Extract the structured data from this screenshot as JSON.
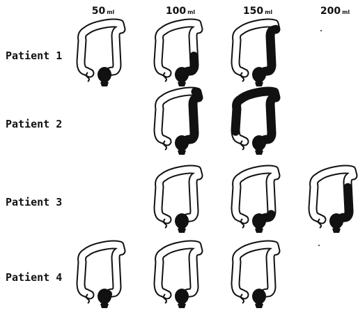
{
  "volume_unit": "ml",
  "volumes": [
    "50",
    "100",
    "150",
    "200"
  ],
  "patients": [
    {
      "label": "Patient 1",
      "panels": [
        {
          "volume_index": 0,
          "fill_fraction": 0.0
        },
        {
          "volume_index": 1,
          "fill_fraction": 0.2
        },
        {
          "volume_index": 2,
          "fill_fraction": 0.4
        }
      ]
    },
    {
      "label": "Patient 2",
      "panels": [
        {
          "volume_index": 1,
          "fill_fraction": 0.45
        },
        {
          "volume_index": 2,
          "fill_fraction": 0.9
        }
      ]
    },
    {
      "label": "Patient 3",
      "panels": [
        {
          "volume_index": 1,
          "fill_fraction": 0.0
        },
        {
          "volume_index": 2,
          "fill_fraction": 0.12
        },
        {
          "volume_index": 3,
          "fill_fraction": 0.3
        }
      ]
    },
    {
      "label": "Patient 4",
      "panels": [
        {
          "volume_index": 0,
          "fill_fraction": 0.05
        },
        {
          "volume_index": 1,
          "fill_fraction": 0.0
        },
        {
          "volume_index": 2,
          "fill_fraction": 0.0
        }
      ]
    }
  ],
  "colors": {
    "outline": "#111111",
    "filled": "#111111",
    "empty": "#ffffff"
  }
}
